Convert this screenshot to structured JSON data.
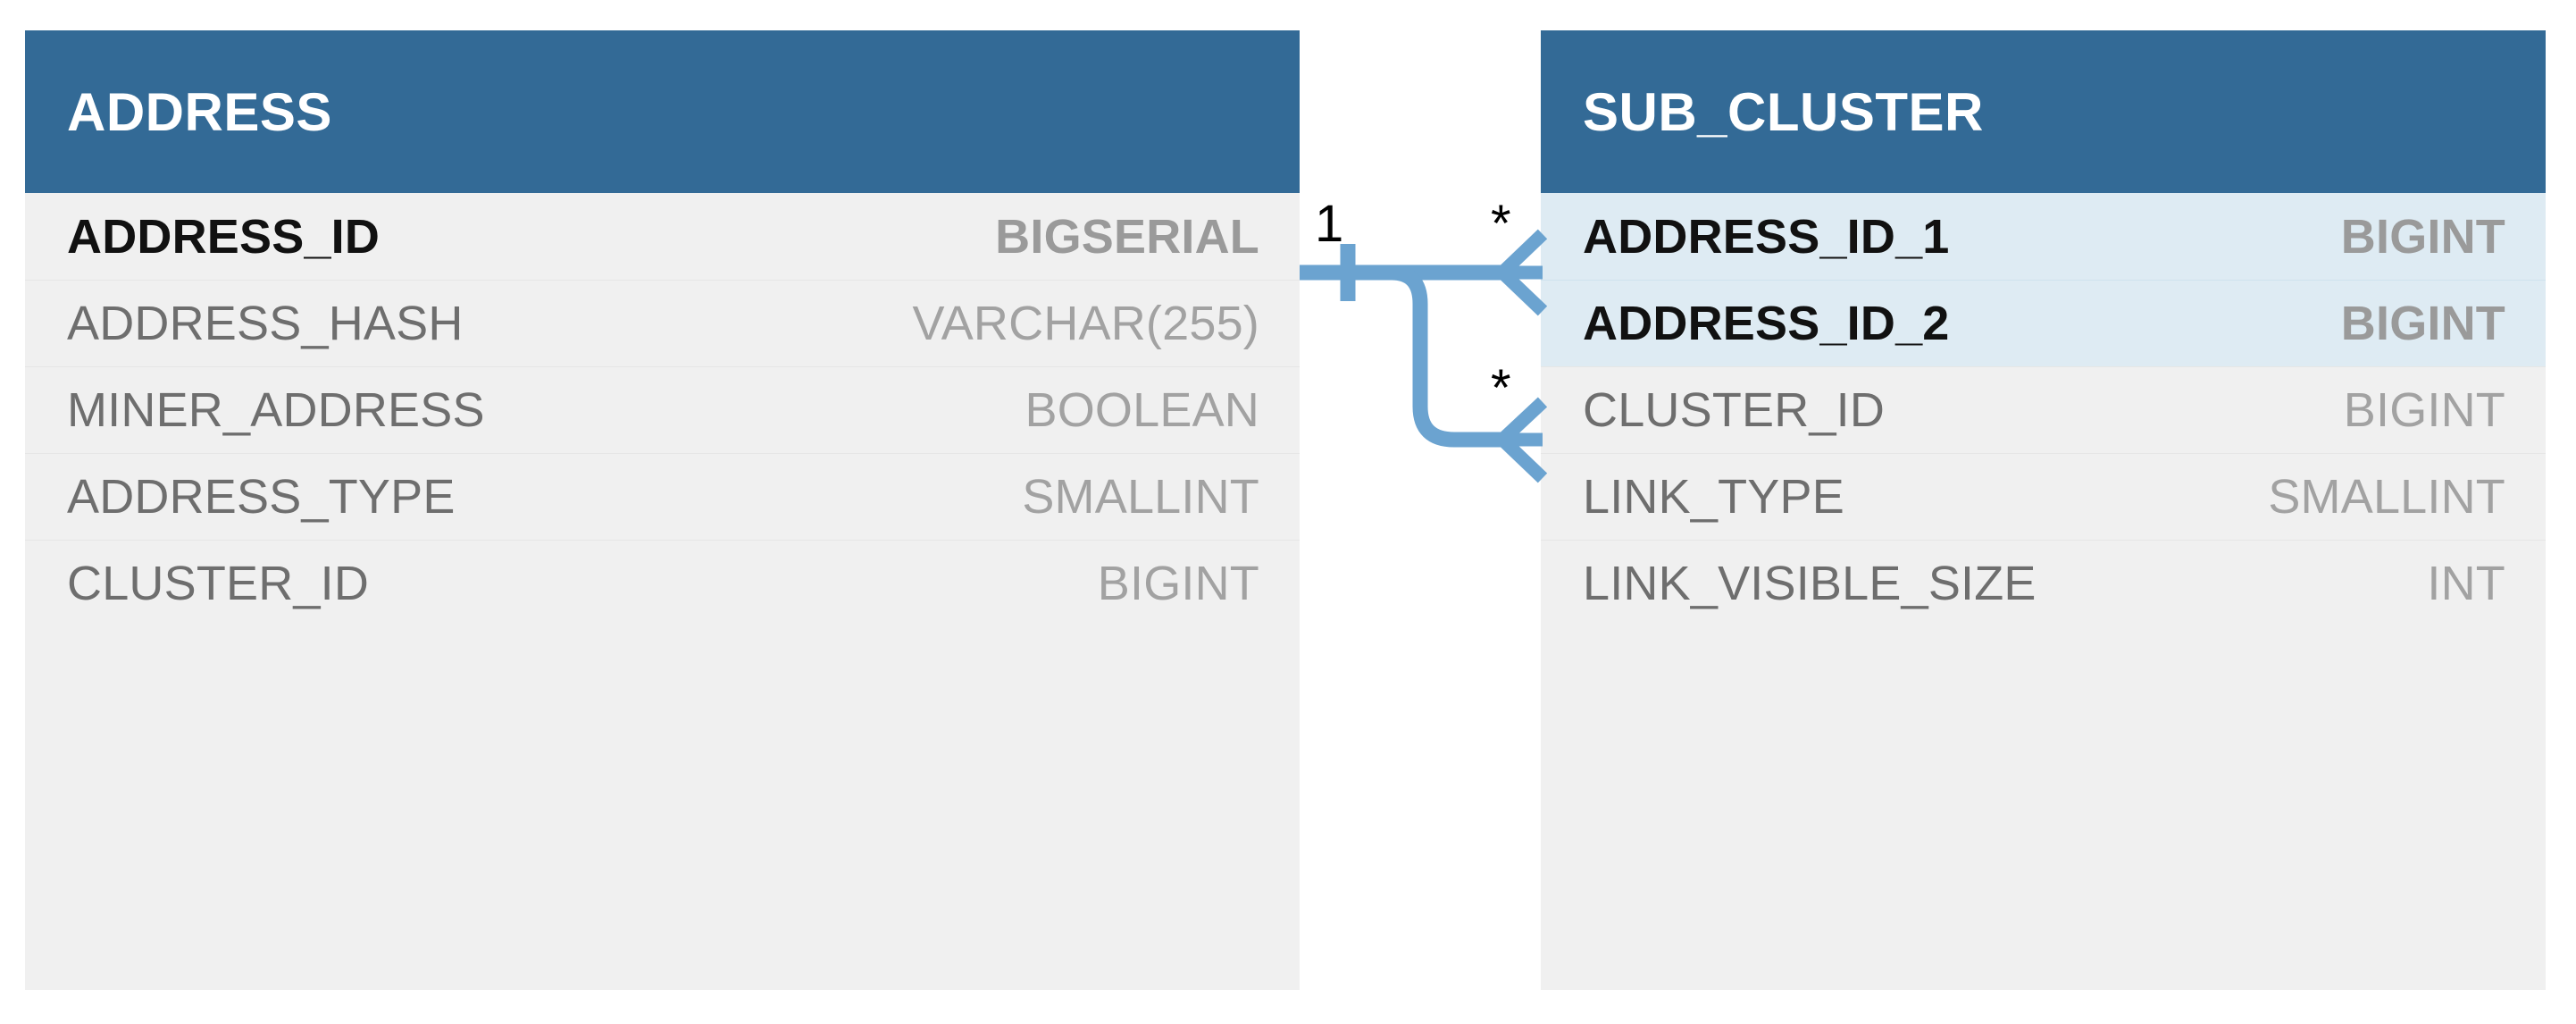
{
  "diagram": {
    "kind": "entity-relationship-diagram",
    "notation": "crows-foot",
    "background_color": "#FFFFFF",
    "header_color": "#336A96",
    "row_color": "#F0F0F0",
    "fk_row_color": "#DEEBF3",
    "connector_color": "#6BA3D0",
    "name_color": "#6E6E6E",
    "type_color": "#A2A2A2",
    "key_name_color": "#111111"
  },
  "entities": [
    {
      "id": "address",
      "title": "ADDRESS",
      "attributes": [
        {
          "name": "ADDRESS_ID",
          "type": "BIGSERIAL",
          "key": true,
          "highlight": false
        },
        {
          "name": "ADDRESS_HASH",
          "type": "VARCHAR(255)",
          "key": false,
          "highlight": false
        },
        {
          "name": "MINER_ADDRESS",
          "type": "BOOLEAN",
          "key": false,
          "highlight": false
        },
        {
          "name": "ADDRESS_TYPE",
          "type": "SMALLINT",
          "key": false,
          "highlight": false
        },
        {
          "name": "CLUSTER_ID",
          "type": "BIGINT",
          "key": false,
          "highlight": false
        }
      ]
    },
    {
      "id": "sub_cluster",
      "title": "SUB_CLUSTER",
      "attributes": [
        {
          "name": "ADDRESS_ID_1",
          "type": "BIGINT",
          "key": true,
          "highlight": true
        },
        {
          "name": "ADDRESS_ID_2",
          "type": "BIGINT",
          "key": true,
          "highlight": true
        },
        {
          "name": "CLUSTER_ID",
          "type": "BIGINT",
          "key": false,
          "highlight": false
        },
        {
          "name": "LINK_TYPE",
          "type": "SMALLINT",
          "key": false,
          "highlight": false
        },
        {
          "name": "LINK_VISIBLE_SIZE",
          "type": "INT",
          "key": false,
          "highlight": false
        }
      ]
    }
  ],
  "relationships": [
    {
      "id": "address-to-sub_cluster-1",
      "from_entity": "ADDRESS",
      "from_attribute": "ADDRESS_ID",
      "to_entity": "SUB_CLUSTER",
      "to_attribute": "ADDRESS_ID_1",
      "from_cardinality": "1",
      "to_cardinality": "*"
    },
    {
      "id": "address-to-sub_cluster-2",
      "from_entity": "ADDRESS",
      "from_attribute": "ADDRESS_ID",
      "to_entity": "SUB_CLUSTER",
      "to_attribute": "ADDRESS_ID_2",
      "from_cardinality": "1",
      "to_cardinality": "*"
    }
  ],
  "cardinality_labels": {
    "one": "1",
    "many_top": "*",
    "many_bottom": "*"
  }
}
